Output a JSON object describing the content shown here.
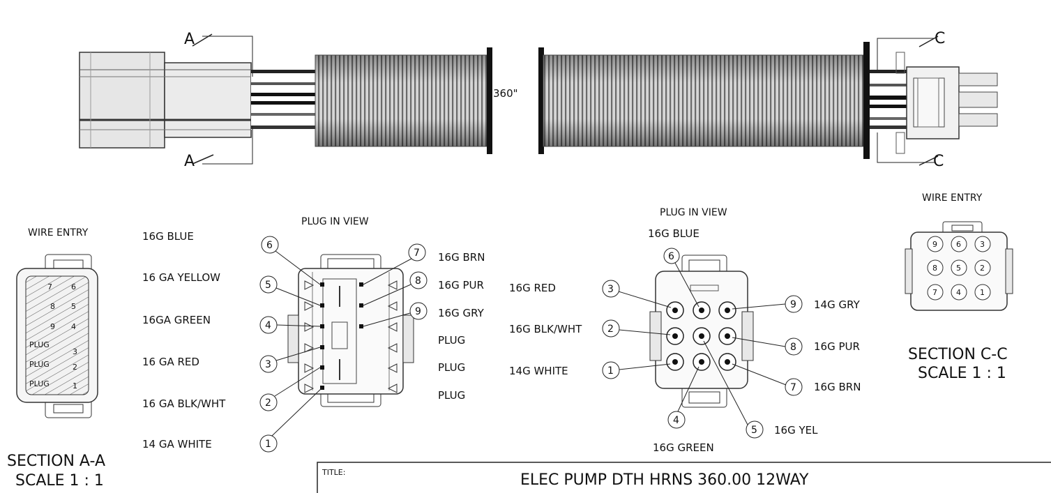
{
  "cut_marks": {
    "a": "A",
    "c": "C"
  },
  "length_label": "360\"",
  "left_connector": {
    "header": "WIRE ENTRY",
    "section": "SECTION A-A",
    "scale": "SCALE 1 : 1",
    "cavity_numbers": [
      "7",
      "6",
      "8",
      "5",
      "9",
      "4",
      "3",
      "2",
      "1"
    ],
    "plug_marks": [
      "PLUG",
      "PLUG",
      "PLUG"
    ]
  },
  "plug_view_left": {
    "header": "PLUG IN VIEW",
    "left_wires": [
      "16G BLUE",
      "16 GA YELLOW",
      "16GA GREEN",
      "16 GA RED",
      "16 GA BLK/WHT",
      "14 GA WHITE"
    ],
    "left_pins": [
      "6",
      "5",
      "4",
      "3",
      "2",
      "1"
    ],
    "right_pins": [
      "7",
      "8",
      "9"
    ],
    "right_wires": [
      "16G BRN",
      "16G PUR",
      "16G GRY",
      "PLUG",
      "PLUG",
      "PLUG"
    ]
  },
  "plug_view_right": {
    "header": "PLUG IN VIEW",
    "top_wire": "16G BLUE",
    "top_pin": "6",
    "left_wires": [
      "16G RED",
      "16G BLK/WHT",
      "14G WHITE"
    ],
    "left_pins": [
      "3",
      "2",
      "1"
    ],
    "right_pins": [
      "9",
      "8",
      "7"
    ],
    "right_wires": [
      "14G GRY",
      "16G PUR",
      "16G BRN"
    ],
    "bottom_pin": "4",
    "bottom_wire": "16G GREEN",
    "lower_pin": "5",
    "lower_wire": "16G YEL"
  },
  "right_connector": {
    "header": "WIRE ENTRY",
    "section": "SECTION C-C",
    "scale": "SCALE 1 : 1",
    "cavity_numbers": [
      "9",
      "6",
      "3",
      "8",
      "5",
      "2",
      "7",
      "4",
      "1"
    ]
  },
  "title_block": {
    "label": "TITLE:",
    "value": "ELEC PUMP DTH HRNS 360.00 12WAY"
  }
}
